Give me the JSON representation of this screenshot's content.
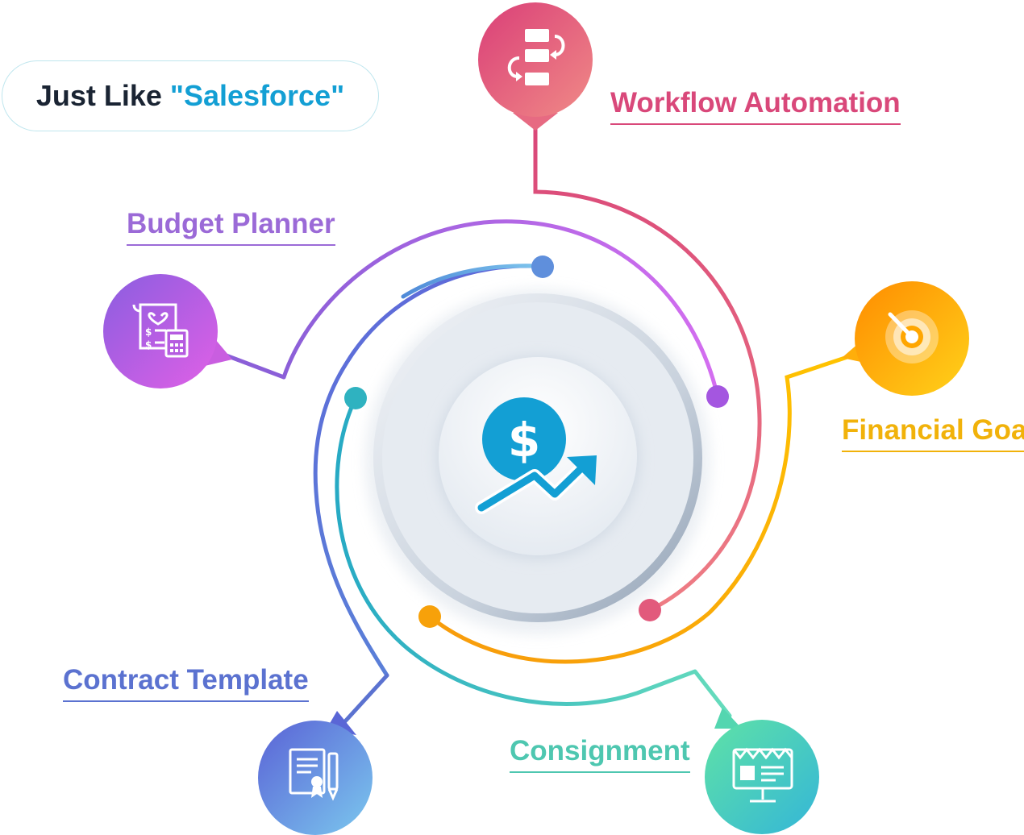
{
  "header": {
    "prefix": "Just Like",
    "brand": "\"Salesforce\""
  },
  "features": [
    {
      "key": "workflow",
      "label": "Workflow Automation",
      "icon": "workflow-icon",
      "color": "#d9487a"
    },
    {
      "key": "budget",
      "label": "Budget Planner",
      "icon": "budget-calculator-icon",
      "color": "#9b6ad7"
    },
    {
      "key": "financial",
      "label": "Financial Goal",
      "icon": "target-icon",
      "color": "#f1b20a"
    },
    {
      "key": "contract",
      "label": "Contract Template",
      "icon": "contract-certificate-icon",
      "color": "#5b72d0"
    },
    {
      "key": "consignment",
      "label": "Consignment",
      "icon": "storefront-monitor-icon",
      "color": "#4ec7b0"
    }
  ],
  "center": {
    "icon": "dollar-growth-icon",
    "color": "#139fd4"
  }
}
